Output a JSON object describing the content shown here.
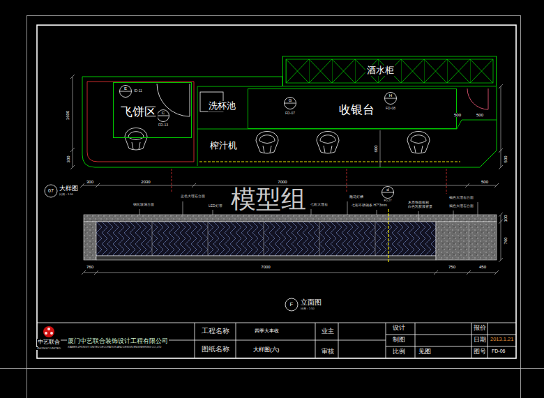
{
  "diagram": {
    "nodes": [
      {
        "text": [
          "酒水柜"
        ]
      },
      {
        "text": [
          "飞饼区"
        ]
      },
      {
        "text": [
          "收银台"
        ]
      }
    ],
    "labels": [
      "洗杯池",
      "榨汁机",
      "E",
      "ID-11",
      "C",
      "FD-13",
      "G",
      "FD-07",
      "H",
      "FD-08",
      "1600",
      "300",
      "300",
      "2030",
      "7000",
      "500",
      "500",
      "500",
      "600",
      "500",
      "07",
      "大样图",
      "比例：1:50",
      "模型组",
      "蓝色大理石台面",
      "钢化玻璃台面",
      "LED灯带",
      "七彩大理石",
      "雕花灯槽",
      "七彩不锈钢条 H7*3mm",
      "d",
      "FD-27",
      "木质饰面板刷 白色乳胶漆背景",
      "褐色大理石台面",
      "褐色大理石台面",
      "760",
      "7000",
      "750",
      "450",
      "100",
      "760",
      "F",
      "立面图",
      "比例：1:50",
      "中艺联合",
      "ZHONGYI UNITED",
      "厦门中艺联合装饰设计工程有限公司",
      "XIAMEN ZHONGYI UNITED DECORATION AND DESIGN ENGINEERING CO.,LTD",
      "工程名称",
      "四季大丰收",
      "业主",
      "图纸名称",
      "大样图(六)",
      "审核",
      "设计",
      "报价",
      "制图",
      "日期",
      "2013.1.21",
      "比例",
      "见图",
      "图号",
      "FD-06"
    ]
  }
}
